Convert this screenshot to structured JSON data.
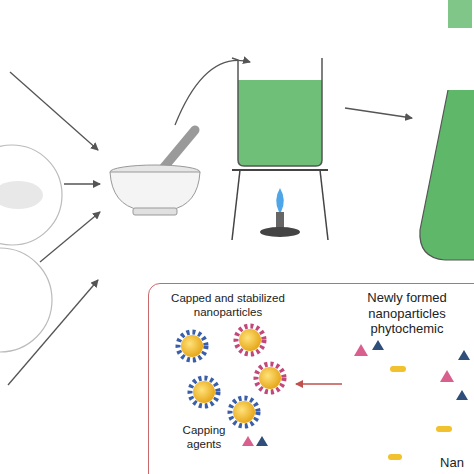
{
  "diagram": {
    "nodes": [
      {
        "text": [
          "Capped and stabilized nanoparticles",
          "Newly formed nanoparticles phytochemic",
          "Capping agents",
          "Nan"
        ]
      }
    ]
  }
}
